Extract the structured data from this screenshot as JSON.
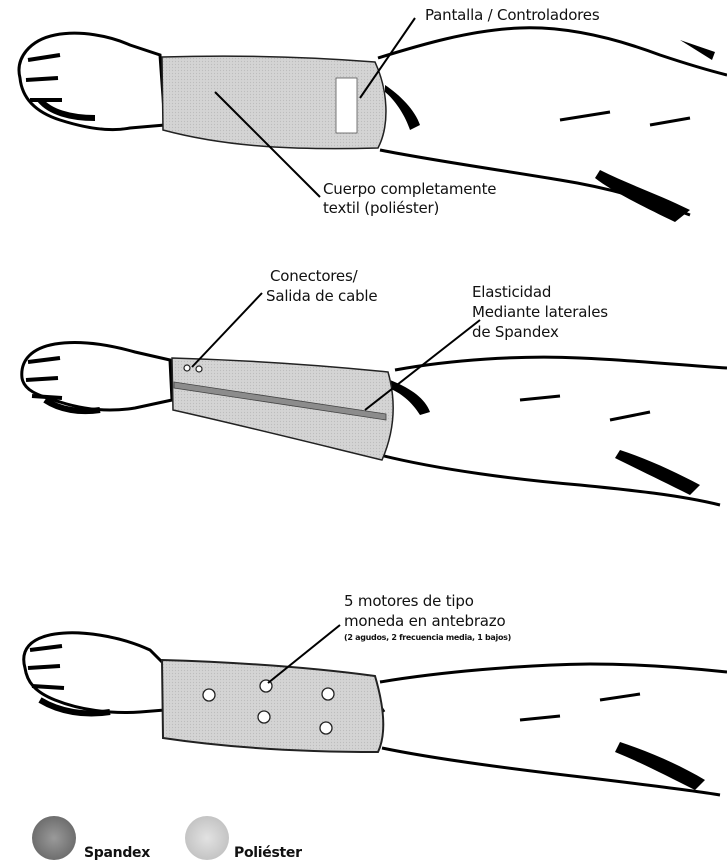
{
  "panels": [
    {
      "labels": {
        "display": "Pantalla / Controladores",
        "body_line1": "Cuerpo completamente",
        "body_line2": "textil (poliéster)"
      }
    },
    {
      "labels": {
        "connectors_line1": "Conectores/",
        "connectors_line2": "Salida de cable",
        "elastic_line1": "Elasticidad",
        "elastic_line2": "Mediante laterales",
        "elastic_line3": "de Spandex"
      }
    },
    {
      "labels": {
        "motors_line1": "5 motores de tipo",
        "motors_line2": "moneda en antebrazo",
        "motors_detail": "(2 agudos, 2 frecuencia media, 1 bajos)"
      }
    }
  ],
  "legend": {
    "spandex": "Spandex",
    "polyester": "Poliéster"
  },
  "colors": {
    "spandex": "#8c8c8c",
    "polyester": "#d2d2d2",
    "ink": "#000000"
  }
}
